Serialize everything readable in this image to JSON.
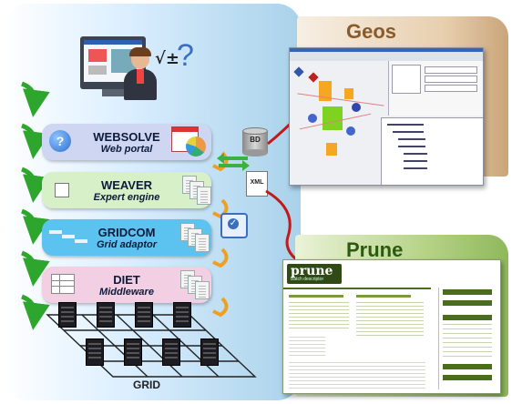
{
  "layers": {
    "websolve": {
      "title": "WEBSOLVE",
      "subtitle": "Web portal",
      "color": "#cfd6f2"
    },
    "weaver": {
      "title": "WEAVER",
      "subtitle": "Expert engine",
      "color": "#d8f0c8"
    },
    "gridcom": {
      "title": "GRIDCOM",
      "subtitle": "Grid adaptor",
      "color": "#5cc3f0"
    },
    "diet": {
      "title": "DIET",
      "subtitle": "Middleware",
      "color": "#f2cfe2"
    }
  },
  "grid": {
    "label": "GRID"
  },
  "database": {
    "label": "BD"
  },
  "xml_file": {
    "label": "XML"
  },
  "geos": {
    "title": "Geos",
    "title_color": "#8a5a2a"
  },
  "prune": {
    "title": "Prune",
    "title_color": "#2c5a10",
    "logo_text": "prune",
    "logo_subtitle": "Batch descriptor"
  },
  "question_mark": "?",
  "sqrt_symbol": "√±"
}
